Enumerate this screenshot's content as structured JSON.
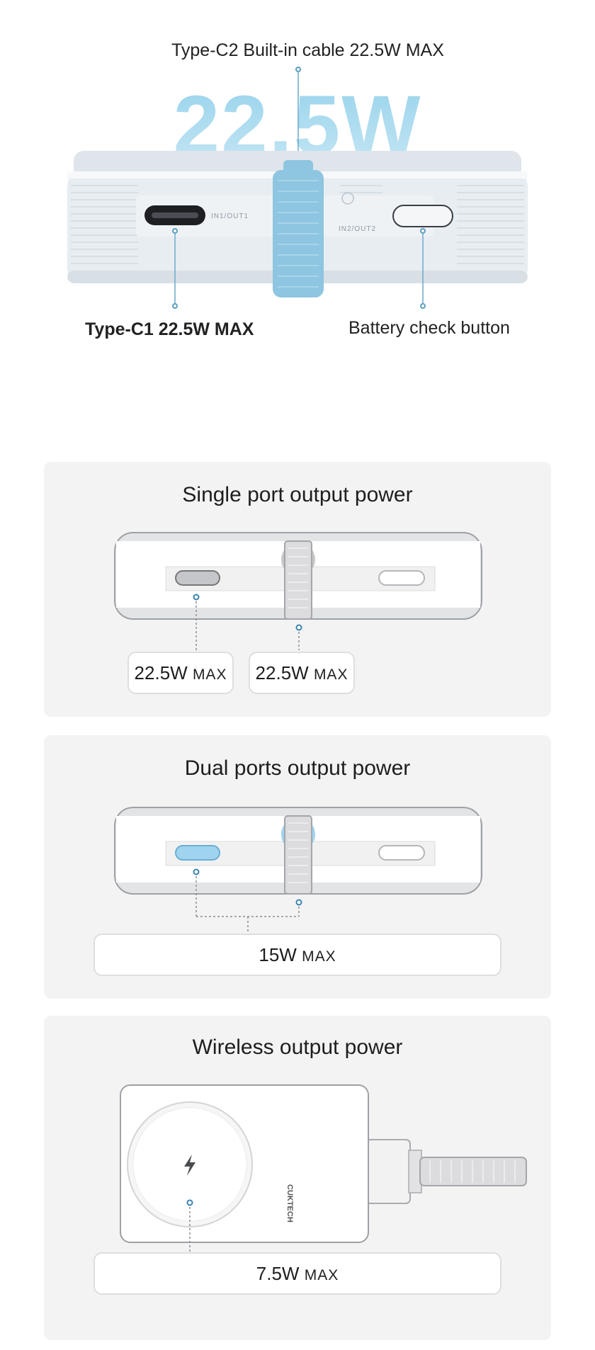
{
  "hero": {
    "big_text": "22.5W MAX",
    "top_label": "Type-C2 Built-in cable 22.5W MAX",
    "left_label": "Type-C1 22.5W MAX",
    "right_label": "Battery check button",
    "port1_label": "IN1/OUT1",
    "port2_label": "IN2/OUT2"
  },
  "single": {
    "title": "Single port output power",
    "badges": [
      {
        "value": "22.5W",
        "unit": "MAX"
      },
      {
        "value": "22.5W",
        "unit": "MAX"
      }
    ]
  },
  "dual": {
    "title": "Dual ports output power",
    "badge": {
      "value": "15W",
      "unit": "MAX"
    }
  },
  "wireless": {
    "title": "Wireless output power",
    "brand": "CUKTECH",
    "badge": {
      "value": "7.5W",
      "unit": "MAX"
    }
  },
  "colors": {
    "accent": "#8fc4dd",
    "cable_blue": "#8ec5e0",
    "panel_bg": "#f3f3f4",
    "callout_dot": "#5b9fc0"
  }
}
